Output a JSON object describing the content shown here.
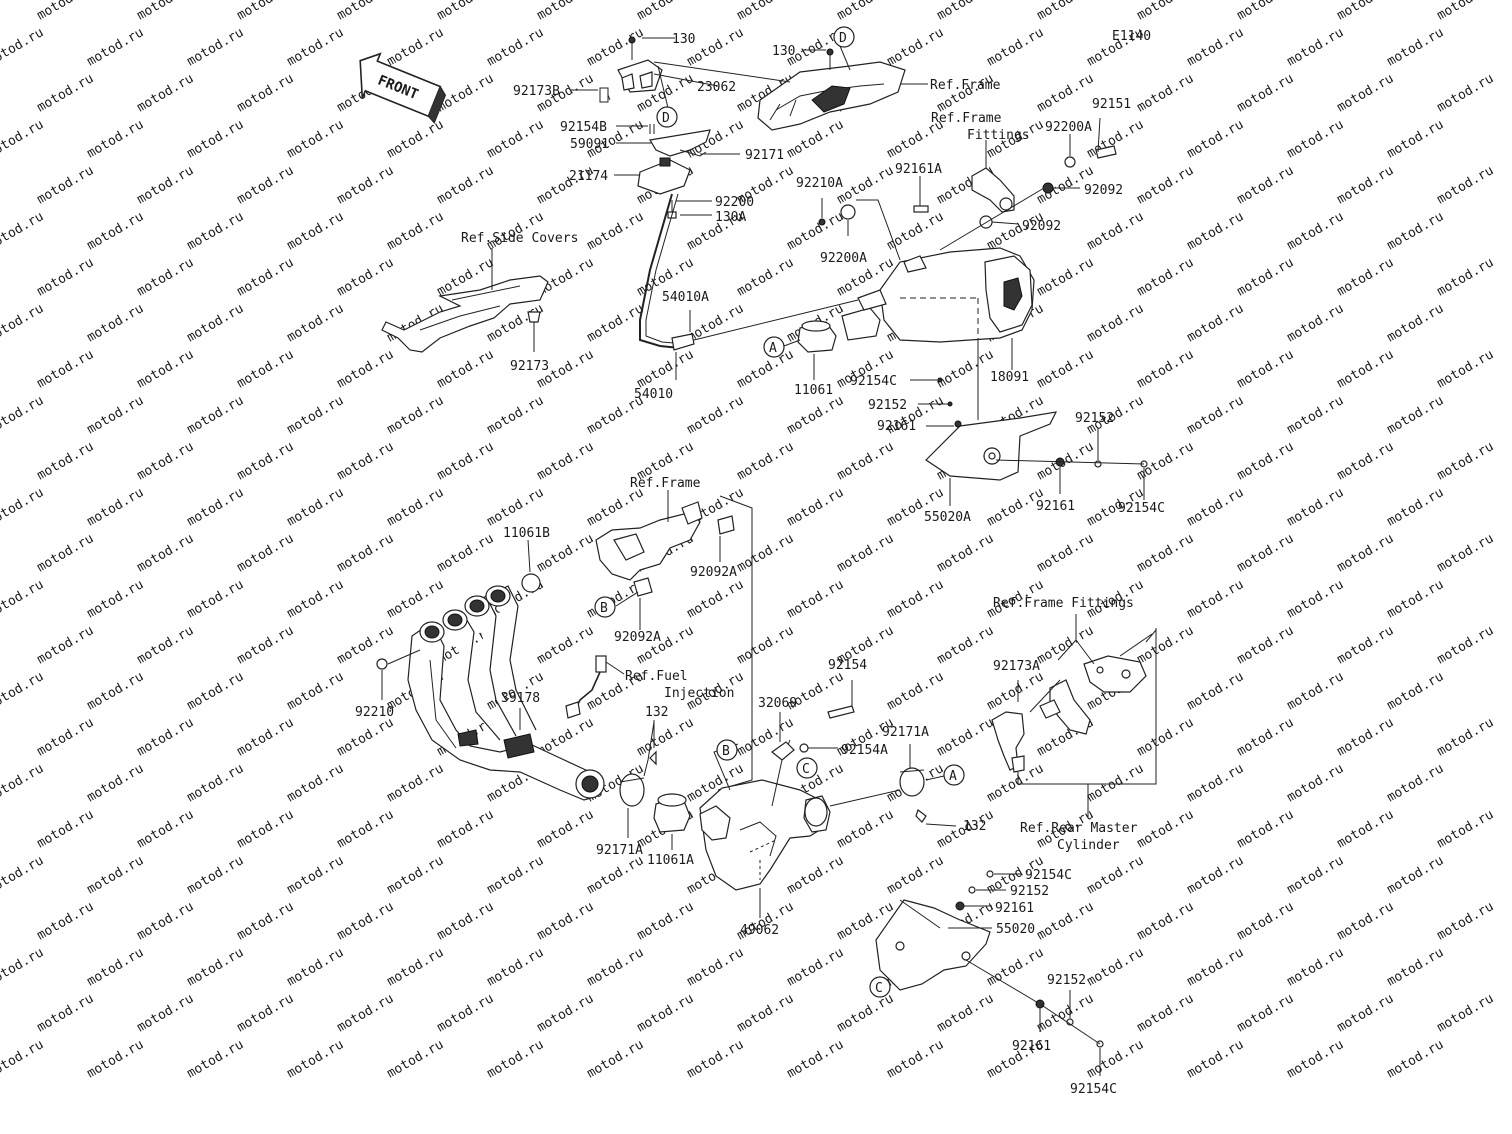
{
  "figure_code": "E1140",
  "front_arrow": "FRONT",
  "watermark": "motod.ru",
  "callouts": [
    "A",
    "B",
    "C",
    "D"
  ],
  "labels": {
    "p130_top": "130",
    "p130_right": "130",
    "p23062": "23062",
    "p92173B": "92173B",
    "p92154B": "92154B",
    "p59091": "59091",
    "p92171": "92171",
    "p21174": "21174",
    "p92200": "92200",
    "p130A": "130A",
    "ref_frame_top": "Ref.Frame",
    "ref_frame_fittings_top_1": "Ref.Frame",
    "ref_frame_fittings_top_2": "Fittings",
    "p92200A_top": "92200A",
    "p92151": "92151",
    "p92092_a": "92092",
    "p92092_b": "92092",
    "p92161A": "92161A",
    "p92210A": "92210A",
    "p92200A_mid": "92200A",
    "ref_side_covers": "Ref.Side Covers",
    "p54010A": "54010A",
    "p54010": "54010",
    "p92173": "92173",
    "p11061": "11061",
    "p18091": "18091",
    "p92154C_a": "92154C",
    "p92152_a": "92152",
    "p92161_a": "92161",
    "p92152_b": "92152",
    "p55020A": "55020A",
    "p92161_b": "92161",
    "p92154C_b": "92154C",
    "ref_frame_mid": "Ref.Frame",
    "p11061B": "11061B",
    "p92092A_a": "92092A",
    "p92092A_b": "92092A",
    "ref_fuel_1": "Ref.Fuel",
    "ref_fuel_2": "Injection",
    "p92210": "92210",
    "p39178": "39178",
    "p132_a": "132",
    "p32069": "32069",
    "p92154": "92154",
    "p92154A": "92154A",
    "p92171A_a": "92171A",
    "p92171A_b": "92171A",
    "p11061A": "11061A",
    "p132_b": "132",
    "p49062": "49062",
    "ref_frame_fittings_low": "Ref.Frame Fittings",
    "p92173A": "92173A",
    "ref_rear_master_1": "Ref.Rear Master",
    "ref_rear_master_2": "Cylinder",
    "p92154C_c": "92154C",
    "p92152_c": "92152",
    "p92161_c": "92161",
    "p55020": "55020",
    "p92152_d": "92152",
    "p92161_d": "92161",
    "p92154C_d": "92154C"
  }
}
